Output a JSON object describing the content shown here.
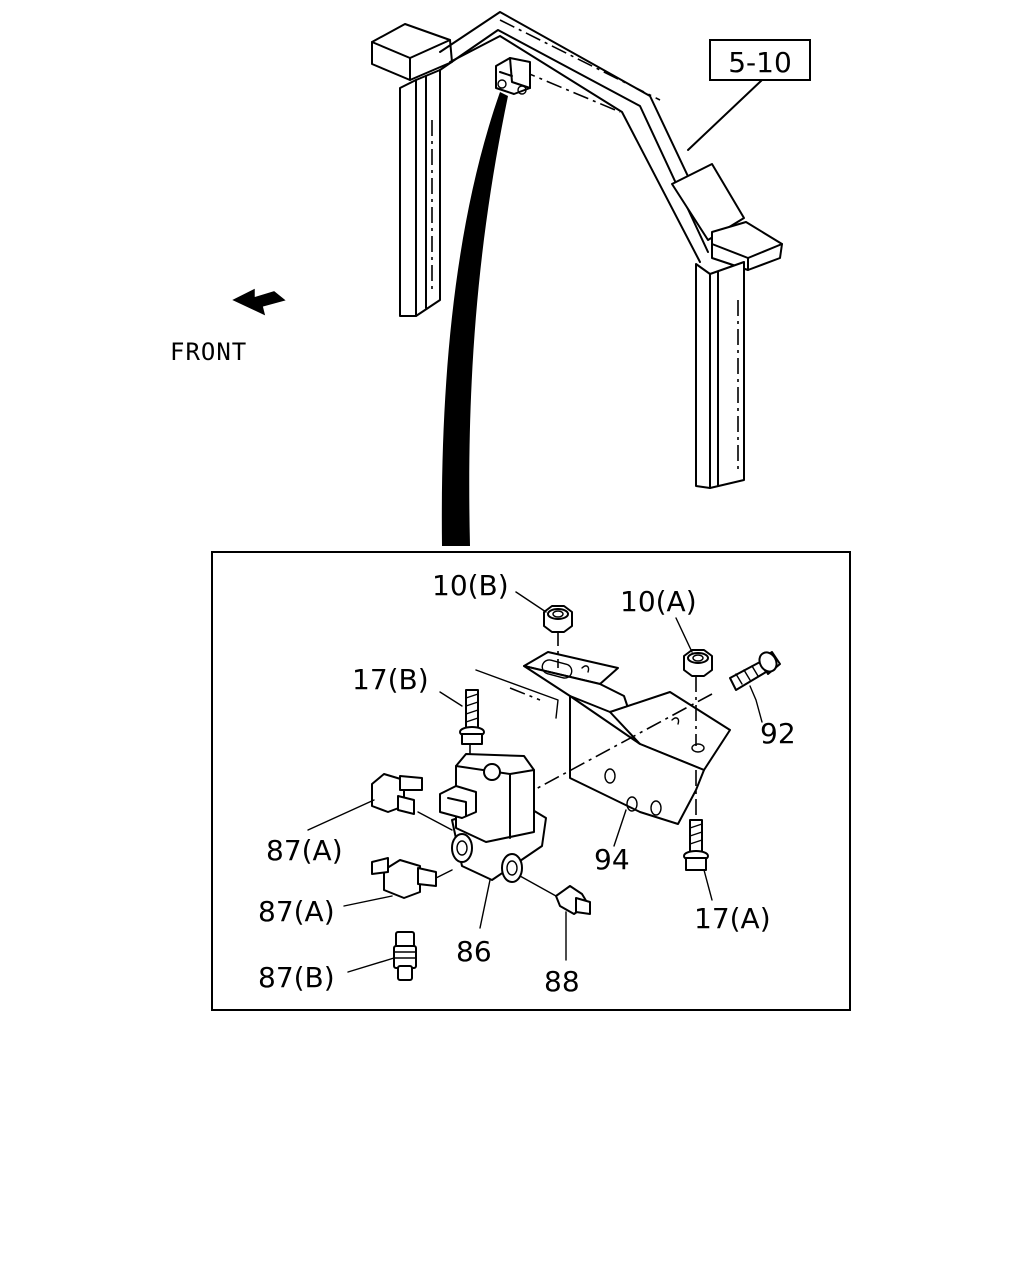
{
  "ref_label": "5-10",
  "front_label": "FRONT",
  "callouts": {
    "c10b": "10(B)",
    "c10a": "10(A)",
    "c17b": "17(B)",
    "c92": "92",
    "c87a_1": "87(A)",
    "c87a_2": "87(A)",
    "c87b": "87(B)",
    "c86": "86",
    "c88": "88",
    "c94": "94",
    "c17a": "17(A)"
  }
}
